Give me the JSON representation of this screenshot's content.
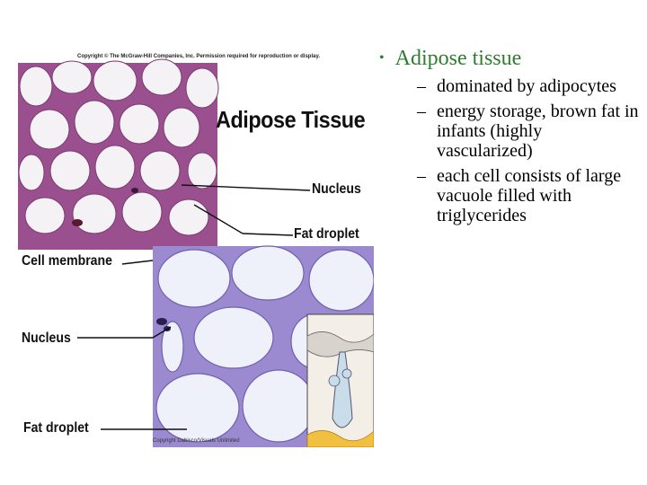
{
  "figure": {
    "copyright": "Copyright © The McGraw-Hill Companies, Inc. Permission required for reproduction or display.",
    "title": "Adipose Tissue",
    "labels": {
      "nucleus_top": "Nucleus",
      "fat_droplet_top": "Fat droplet",
      "cell_membrane": "Cell membrane",
      "nucleus_bottom": "Nucleus",
      "fat_droplet_bottom": "Fat droplet"
    },
    "credit": "Copyright Dabisco/Visuals Unlimited"
  },
  "bullets": {
    "main": "Adipose tissue",
    "sub": [
      "dominated by adipocytes",
      "energy storage, brown fat in infants (highly vascularized)",
      "each cell consists of large vacuole filled with triglycerides"
    ]
  },
  "colors": {
    "bullet_main": "#2e7d2e",
    "tissue_purple": "#9a4f8e",
    "tissue_lavender": "#9c8ad0"
  }
}
